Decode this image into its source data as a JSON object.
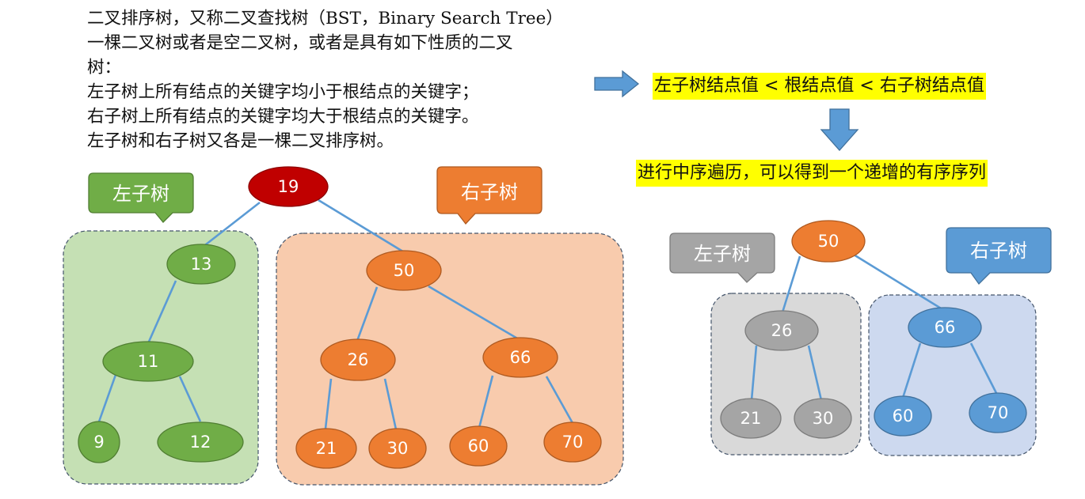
{
  "intro": {
    "lines": [
      "二叉排序树，又称二叉查找树（BST，Binary Search Tree）",
      "一棵二叉树或者是空二叉树，或者是具有如下性质的二叉",
      "树：",
      "左子树上所有结点的关键字均小于根结点的关键字；",
      "右子树上所有结点的关键字均大于根结点的关键字。",
      "左子树和右子树又各是一棵二叉排序树。"
    ]
  },
  "callouts": {
    "property": "左子树结点值 < 根结点值 < 右子树结点值",
    "inorder": "进行中序遍历，可以得到一个递增的有序序列"
  },
  "left_diagram": {
    "left_label": "左子树",
    "right_label": "右子树",
    "nodes": {
      "root": "19",
      "n13": "13",
      "n11": "11",
      "n9": "9",
      "n12": "12",
      "n50": "50",
      "n26": "26",
      "n66": "66",
      "n21": "21",
      "n30": "30",
      "n60": "60",
      "n70": "70"
    }
  },
  "right_diagram": {
    "left_label": "左子树",
    "right_label": "右子树",
    "nodes": {
      "root": "50",
      "n26": "26",
      "n66": "66",
      "n21": "21",
      "n30": "30",
      "n60": "60",
      "n70": "70"
    }
  },
  "colors": {
    "green_fill": "#70ad47",
    "green_panel": "#c5e0b4",
    "orange_fill": "#ed7d31",
    "orange_panel": "#f8cbad",
    "red_fill": "#c00000",
    "gray_fill": "#a5a5a5",
    "gray_panel": "#d9d9d9",
    "blue_fill": "#5b9bd5",
    "blue_panel": "#cdd9ef",
    "edge": "#5b9bd5",
    "highlight": "#ffff00"
  }
}
